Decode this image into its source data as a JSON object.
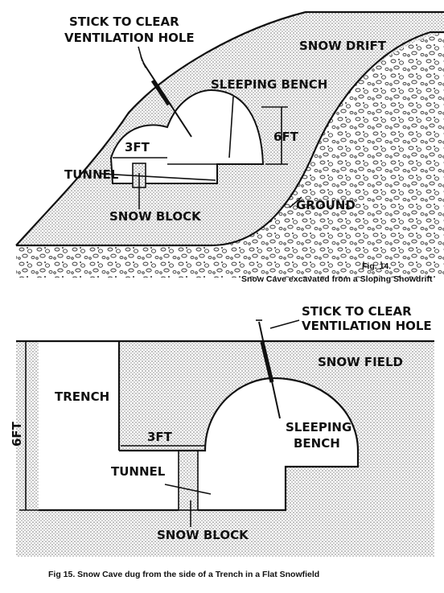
{
  "figure14": {
    "label_stick": [
      "STICK TO CLEAR",
      "VENTILATION HOLE"
    ],
    "label_snow_drift": "SNOW DRIFT",
    "label_sleeping_bench": "SLEEPING BENCH",
    "label_height": "6FT",
    "label_width": "3FT",
    "label_tunnel": "TUNNEL",
    "label_ground": "GROUND",
    "label_snow_block": "SNOW BLOCK",
    "caption_number": "Fig. 14.",
    "caption_text": "Snow Cave excavated from a Sloping Showdrift"
  },
  "figure15": {
    "label_stick": [
      "STICK TO CLEAR",
      "VENTILATION HOLE"
    ],
    "label_snow_field": "SNOW FIELD",
    "label_trench": "TRENCH",
    "label_height": "6FT",
    "label_width": "3FT",
    "label_sleeping_bench": [
      "SLEEPING",
      "BENCH"
    ],
    "label_tunnel": "TUNNEL",
    "label_snow_block": "SNOW BLOCK",
    "caption": "Fig 15.   Snow Cave dug from the side of a Trench in a Flat Snowfield"
  },
  "colors": {
    "ink": "#111111",
    "paper": "#ffffff",
    "snow_dots": "#777777"
  }
}
